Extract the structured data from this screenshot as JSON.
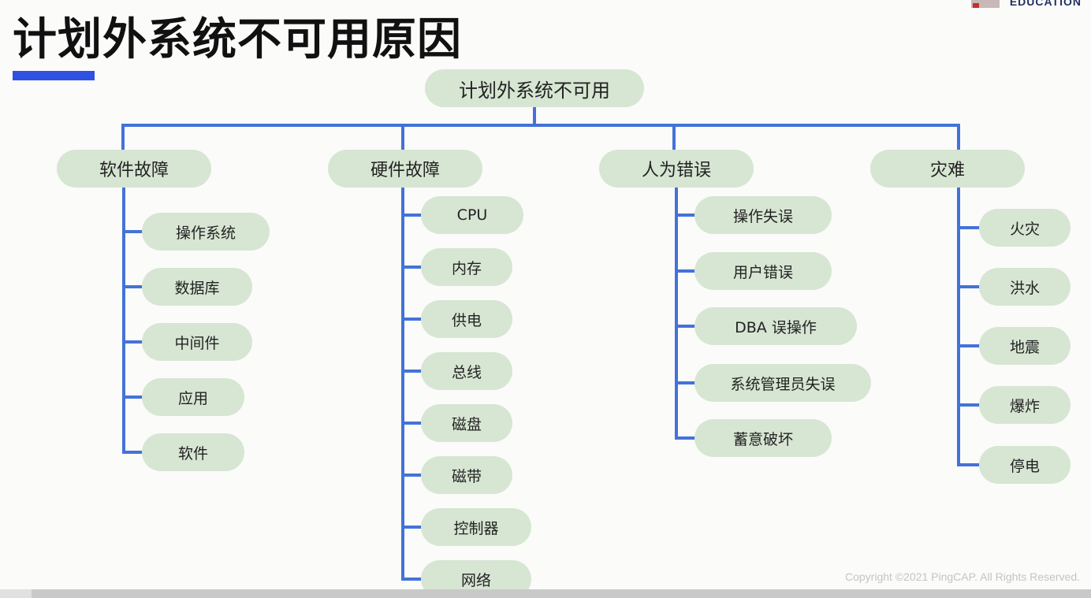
{
  "page": {
    "title": "计划外系统不可用原因",
    "copyright": "Copyright ©2021 PingCAP. All Rights Reserved.",
    "logo_text": "EDUCATION"
  },
  "colors": {
    "accent": "#2f50e0",
    "connector": "#4472d9",
    "node_fill": "#d7e5d3",
    "text": "#222222"
  },
  "diagram": {
    "root": "计划外系统不可用",
    "categories": [
      {
        "name": "软件故障",
        "children": [
          "操作系统",
          "数据库",
          "中间件",
          "应用",
          "软件"
        ]
      },
      {
        "name": "硬件故障",
        "children": [
          "CPU",
          "内存",
          "供电",
          "总线",
          "磁盘",
          "磁带",
          "控制器",
          "网络"
        ]
      },
      {
        "name": "人为错误",
        "children": [
          "操作失误",
          "用户错误",
          "DBA 误操作",
          "系统管理员失误",
          "蓄意破坏"
        ]
      },
      {
        "name": "灾难",
        "children": [
          "火灾",
          "洪水",
          "地震",
          "爆炸",
          "停电"
        ]
      }
    ]
  }
}
